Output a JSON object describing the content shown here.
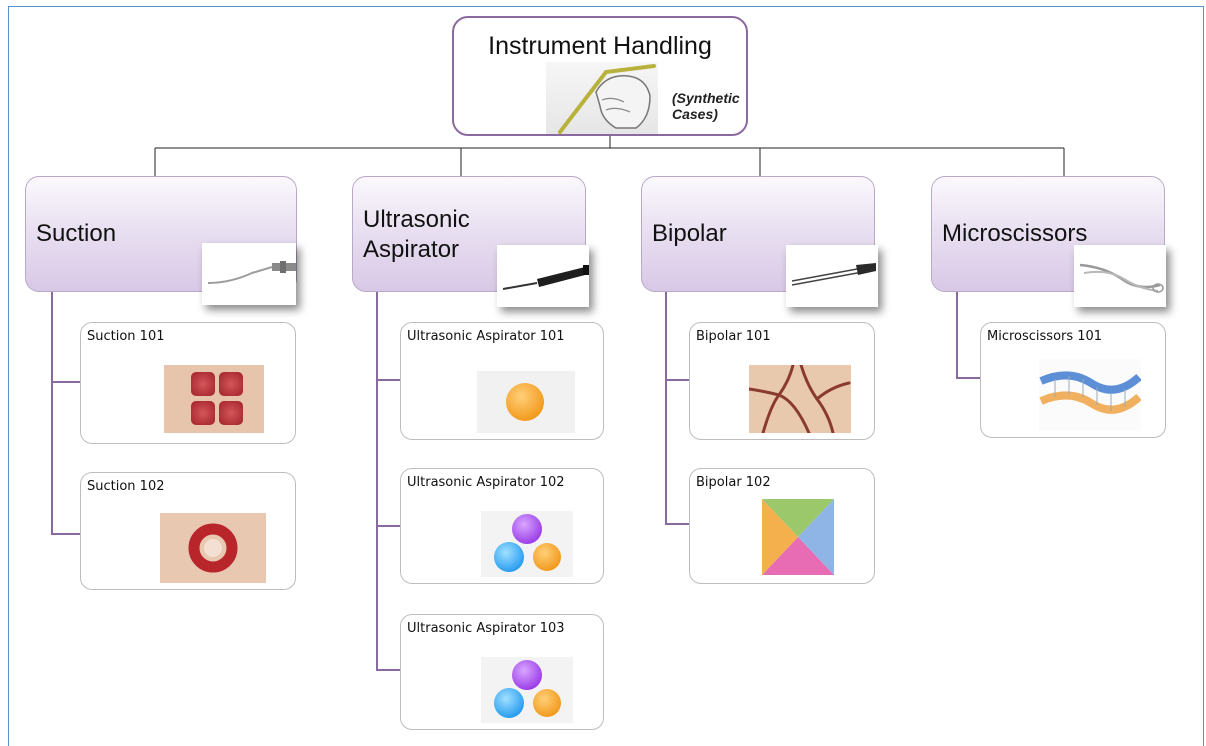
{
  "root": {
    "title": "Instrument Handling",
    "subtitle": "(Synthetic Cases)",
    "icon": "hand-holding-instrument-icon"
  },
  "categories": [
    {
      "label": "Suction",
      "icon": "suction-tube-icon",
      "cases": [
        {
          "label": "Suction 101",
          "icon": "four-red-squares-icon"
        },
        {
          "label": "Suction 102",
          "icon": "red-ring-icon"
        }
      ]
    },
    {
      "label": "Ultrasonic Aspirator",
      "icon": "ultrasonic-aspirator-handpiece-icon",
      "cases": [
        {
          "label": "Ultrasonic Aspirator 101",
          "icon": "orange-sphere-icon"
        },
        {
          "label": "Ultrasonic Aspirator 102",
          "icon": "three-spheres-icon"
        },
        {
          "label": "Ultrasonic Aspirator 103",
          "icon": "three-spheres-icon"
        }
      ]
    },
    {
      "label": "Bipolar",
      "icon": "bipolar-forceps-icon",
      "cases": [
        {
          "label": "Bipolar 101",
          "icon": "vessels-icon"
        },
        {
          "label": "Bipolar 102",
          "icon": "colored-triangles-square-icon"
        }
      ]
    },
    {
      "label": "Microscissors",
      "icon": "microscissors-icon",
      "cases": [
        {
          "label": "Microscissors 101",
          "icon": "membrane-layers-icon"
        }
      ]
    }
  ],
  "colors": {
    "frame": "#5b8fcf",
    "root_border": "#8a6a9e",
    "category_gradient_top": "#fbf9fd",
    "category_gradient_bottom": "#d8c8e6",
    "connector": "#8a6a9e"
  }
}
